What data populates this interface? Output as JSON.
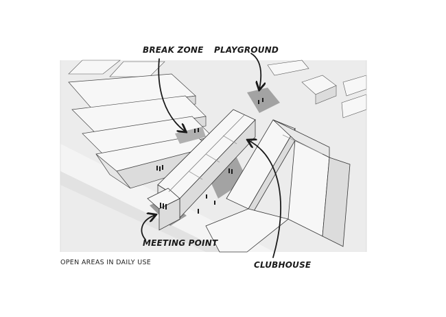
{
  "callouts": {
    "break_zone": "BREAK ZONE",
    "playground": "PLAYGROUND",
    "meeting_point": "MEETING POINT",
    "clubhouse": "CLUBHOUSE"
  },
  "caption": "OPEN AREAS IN DAILY USE",
  "colors": {
    "background": "#ffffff",
    "ground": "#ececec",
    "roof_light": "#f7f7f7",
    "wall_shade": "#dcdcdc",
    "open_area": "#9a9a9a",
    "ink": "#1a1a1a"
  }
}
